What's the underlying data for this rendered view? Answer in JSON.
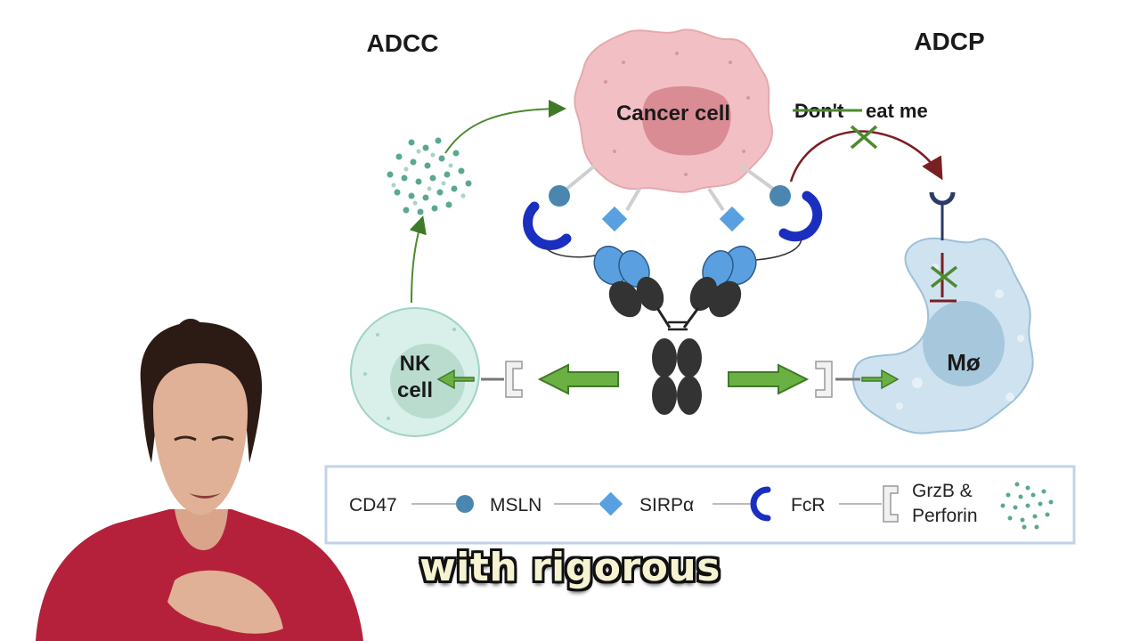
{
  "diagram": {
    "title_left": "ADCC",
    "title_right": "ADCP",
    "cancer_cell_label": "Cancer cell",
    "dont_text": "Don't",
    "eat_me_text": "eat me",
    "nk_line1": "NK",
    "nk_line2": "cell",
    "macrophage_label": "Mø"
  },
  "legend": {
    "cd47": "CD47",
    "msln": "MSLN",
    "sirpa": "SIRPα",
    "fcr": "FcR",
    "grzb_line1": "GrzB &",
    "grzb_line2": "Perforin"
  },
  "caption": {
    "text": "with rigorous"
  },
  "colors": {
    "cancer_cell": "#f2c0c4",
    "cancer_nucleus": "#d98c94",
    "nk_cell": "#d9efe9",
    "macrophage": "#cfe2ef",
    "arrow_green": "#5aa63a",
    "fcr_blue": "#1a2fbf",
    "ligand_blue": "#5aa0e0",
    "antibody_dark": "#2e2e2e",
    "dark_red": "#7a1f24",
    "speaker_top": "#b5213a"
  }
}
